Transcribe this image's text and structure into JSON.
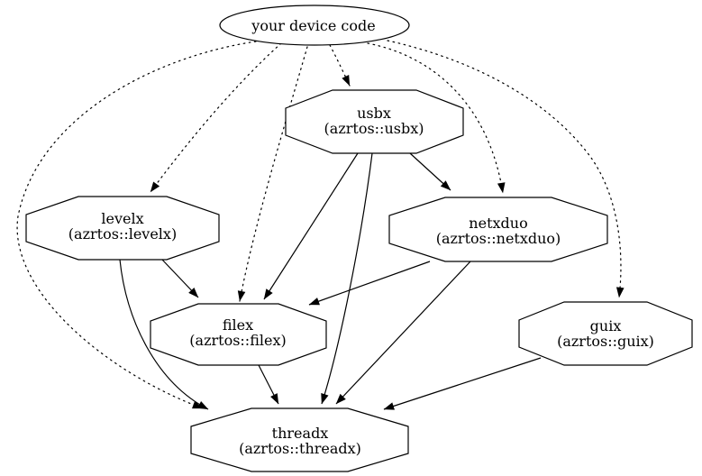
{
  "diagram": {
    "type": "dependency-graph",
    "background_color": "#ffffff",
    "line_color": "#000000",
    "nodes": {
      "device": {
        "label": "your device code",
        "shape": "ellipse"
      },
      "usbx": {
        "title": "usbx",
        "subtitle": "(azrtos::usbx)",
        "shape": "octagon"
      },
      "levelx": {
        "title": "levelx",
        "subtitle": "(azrtos::levelx)",
        "shape": "octagon"
      },
      "netxduo": {
        "title": "netxduo",
        "subtitle": "(azrtos::netxduo)",
        "shape": "octagon"
      },
      "filex": {
        "title": "filex",
        "subtitle": "(azrtos::filex)",
        "shape": "octagon"
      },
      "guix": {
        "title": "guix",
        "subtitle": "(azrtos::guix)",
        "shape": "octagon"
      },
      "threadx": {
        "title": "threadx",
        "subtitle": "(azrtos::threadx)",
        "shape": "octagon"
      }
    },
    "edges": [
      {
        "from": "your device code",
        "to": "usbx",
        "style": "dotted"
      },
      {
        "from": "your device code",
        "to": "levelx",
        "style": "dotted"
      },
      {
        "from": "your device code",
        "to": "netxduo",
        "style": "dotted"
      },
      {
        "from": "your device code",
        "to": "filex",
        "style": "dotted"
      },
      {
        "from": "your device code",
        "to": "guix",
        "style": "dotted"
      },
      {
        "from": "your device code",
        "to": "threadx",
        "style": "dotted"
      },
      {
        "from": "usbx",
        "to": "netxduo",
        "style": "solid"
      },
      {
        "from": "usbx",
        "to": "filex",
        "style": "solid"
      },
      {
        "from": "usbx",
        "to": "threadx",
        "style": "solid"
      },
      {
        "from": "levelx",
        "to": "filex",
        "style": "solid"
      },
      {
        "from": "levelx",
        "to": "threadx",
        "style": "solid"
      },
      {
        "from": "netxduo",
        "to": "filex",
        "style": "solid"
      },
      {
        "from": "netxduo",
        "to": "threadx",
        "style": "solid"
      },
      {
        "from": "filex",
        "to": "threadx",
        "style": "solid"
      },
      {
        "from": "guix",
        "to": "threadx",
        "style": "solid"
      }
    ]
  }
}
